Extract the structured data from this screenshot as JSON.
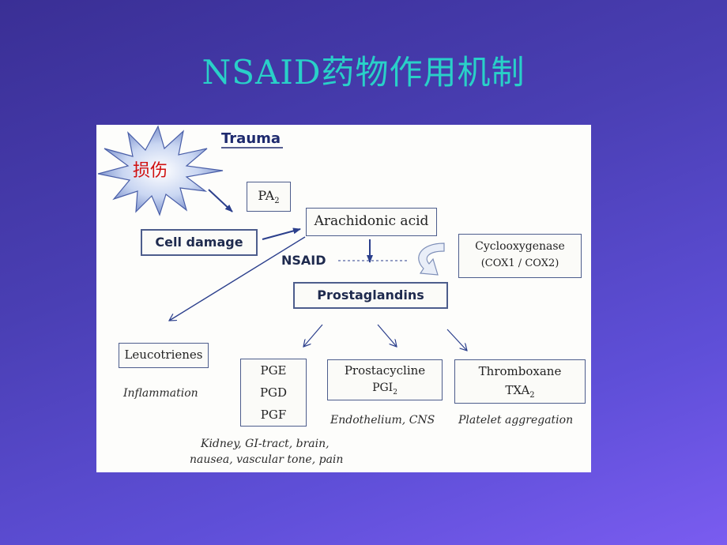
{
  "slide": {
    "title": "NSAID药物作用机制"
  },
  "diagram": {
    "trauma_label": "Trauma",
    "injury_label": "损伤",
    "pa2": {
      "main": "PA",
      "sub": "2"
    },
    "cell_damage": "Cell damage",
    "arachidonic_acid": "Arachidonic acid",
    "nsaid": "NSAID",
    "cyclooxygenase": {
      "line1": "Cyclooxygenase",
      "line2": "(COX1 / COX2)"
    },
    "prostaglandins": "Prostaglandins",
    "leucotrienes": "Leucotrienes",
    "inflammation": "Inflammation",
    "pg_box": [
      "PGE",
      "PGD",
      "PGF"
    ],
    "prostacycline": {
      "line1": "Prostacycline",
      "line2_main": "PGI",
      "line2_sub": "2"
    },
    "thromboxane": {
      "line1": "Thromboxane",
      "line2_main": "TXA",
      "line2_sub": "2"
    },
    "endothelium": "Endothelium, CNS",
    "platelet": "Platelet aggregation",
    "kidney_line1": "Kidney, GI-tract, brain,",
    "kidney_line2": "nausea, vascular tone, pain"
  }
}
